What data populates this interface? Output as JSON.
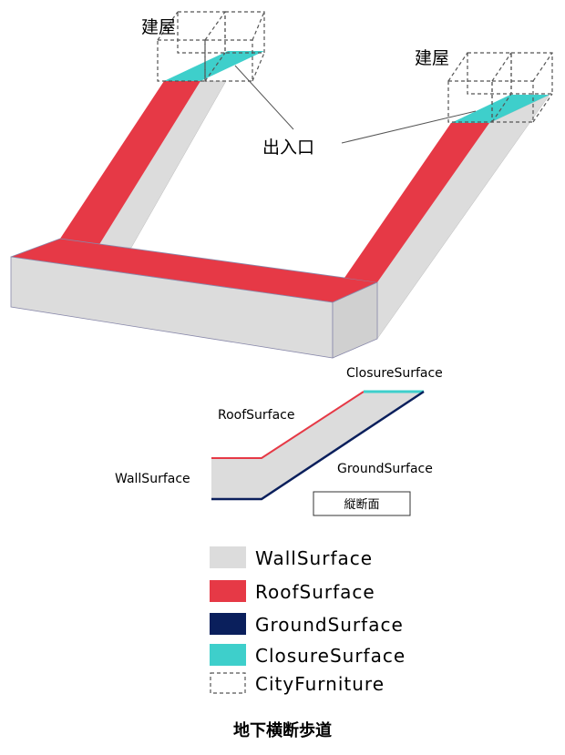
{
  "colors": {
    "wall": "#dcdcdc",
    "wall_dark": "#c8c8c8",
    "roof": "#e63946",
    "ground": "#0a1f5c",
    "closure": "#3ecfcb",
    "furniture_stroke": "#555555",
    "callout_line": "#555555"
  },
  "labels": {
    "building_left": "建屋",
    "building_right": "建屋",
    "entrance": "出入口",
    "closure_surface": "ClosureSurface",
    "roof_surface": "RoofSurface",
    "wall_surface": "WallSurface",
    "ground_surface": "GroundSurface",
    "section_box": "縦断面"
  },
  "legend": [
    {
      "key": "wall",
      "label": "WallSurface",
      "style": "fill"
    },
    {
      "key": "roof",
      "label": "RoofSurface",
      "style": "fill"
    },
    {
      "key": "ground",
      "label": "GroundSurface",
      "style": "fill"
    },
    {
      "key": "closure",
      "label": "ClosureSurface",
      "style": "fill"
    },
    {
      "key": "furniture",
      "label": "CityFurniture",
      "style": "dashed"
    }
  ],
  "caption": "地下横断歩道"
}
